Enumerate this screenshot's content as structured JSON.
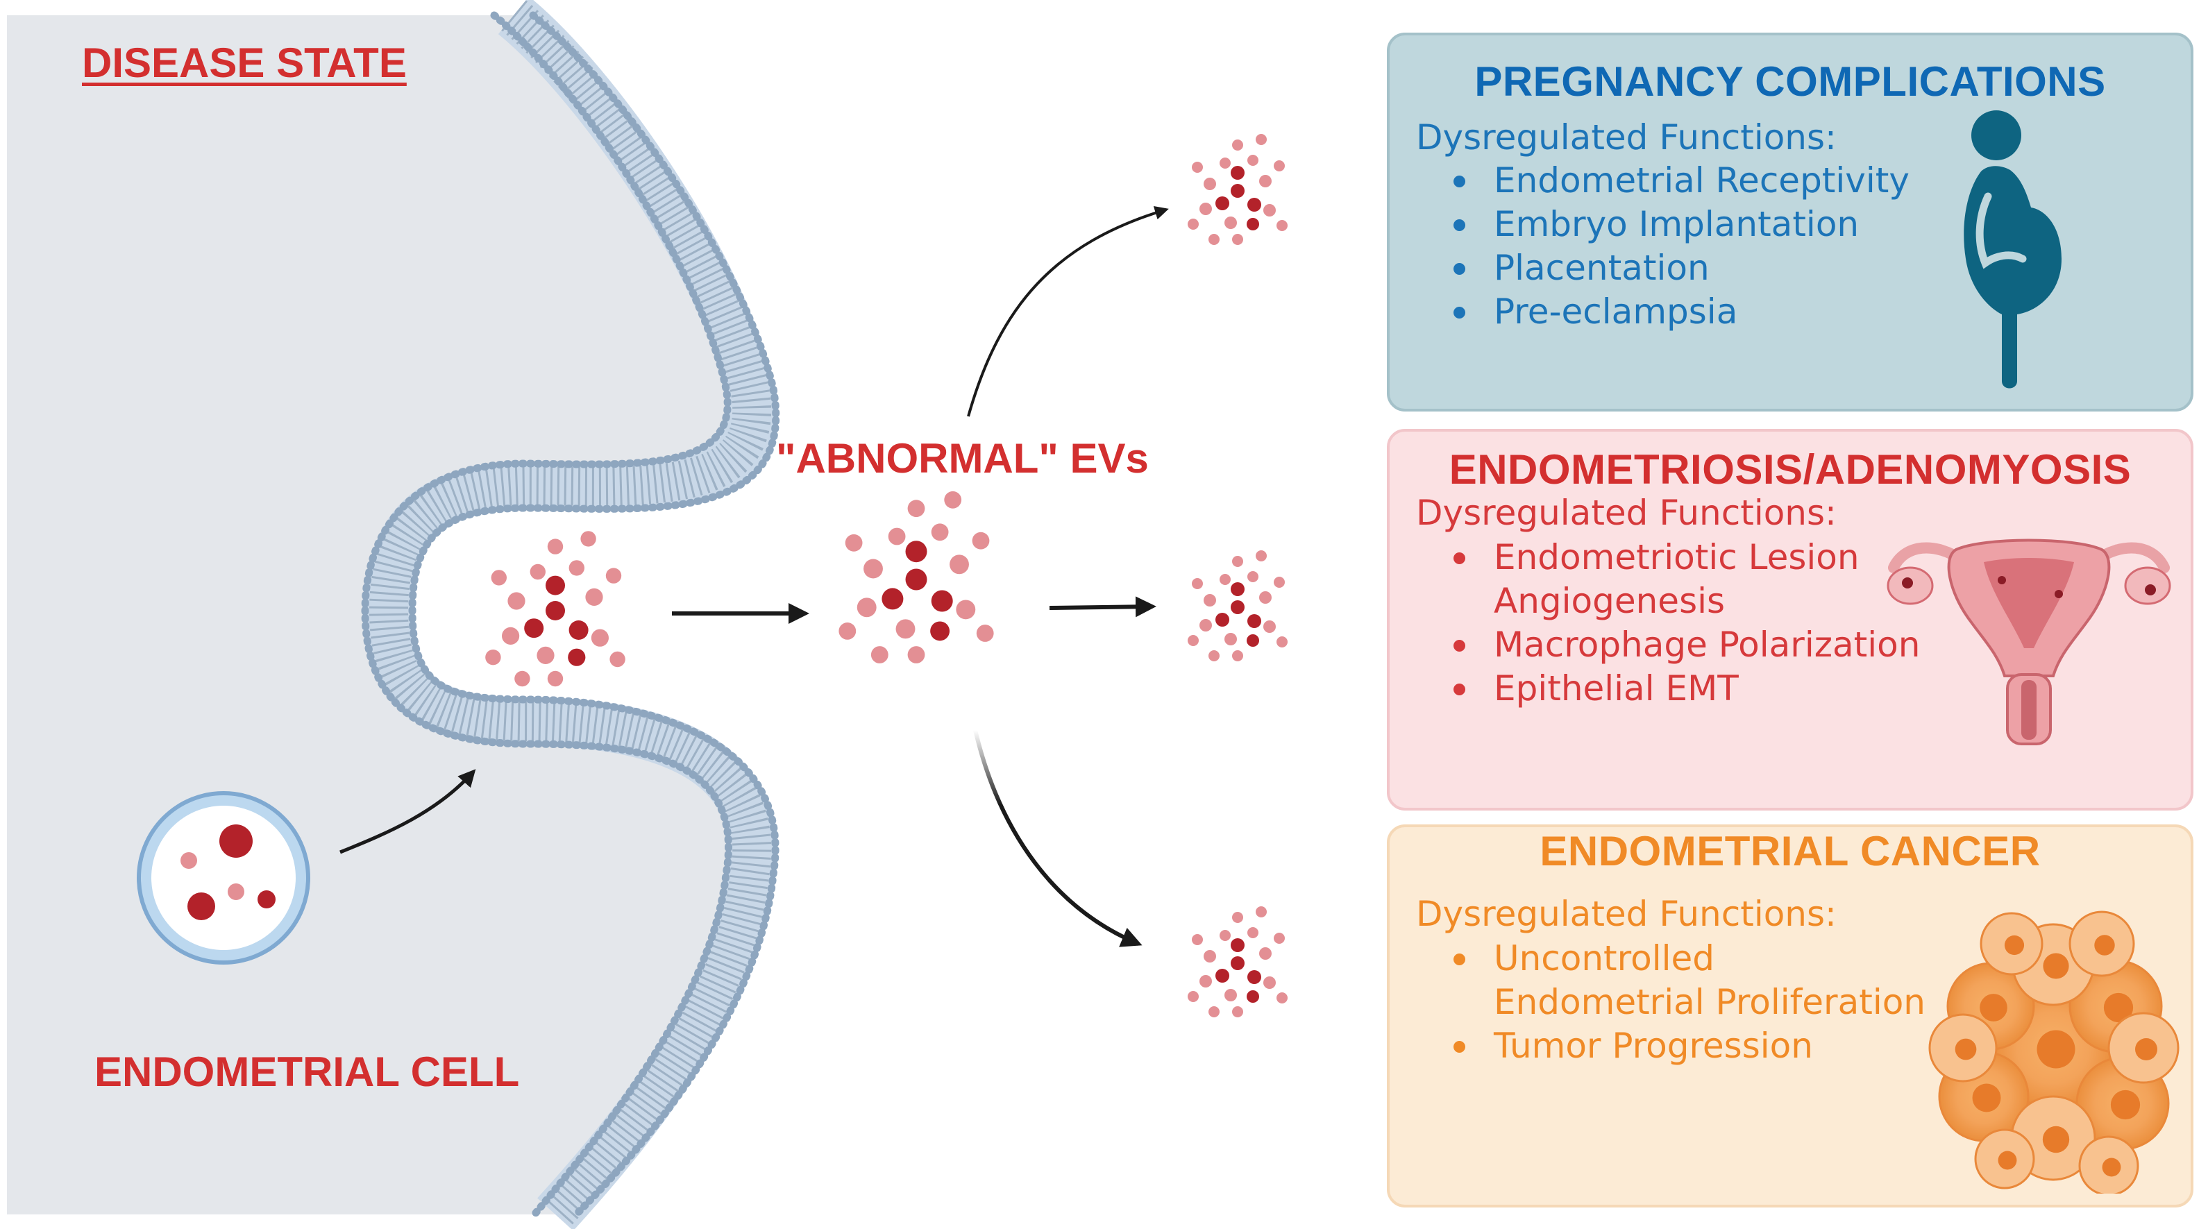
{
  "title": "DISEASE STATE",
  "cell_label": "ENDOMETRIAL CELL",
  "ev_label": "\"ABNORMAL\" EVs",
  "colors": {
    "cell_fill": "#e4e7eb",
    "membrane": "#8ea6bf",
    "ev_dark": "#b3222a",
    "ev_light": "#e38f94",
    "arrow": "#1a1a1a",
    "label_red": "#d32f2f"
  },
  "panels": [
    {
      "title": "PREGNANCY COMPLICATIONS",
      "subtitle": "Dysregulated Functions:",
      "items": [
        {
          "text": "Endometrial Receptivity"
        },
        {
          "text": "Embryo Implantation"
        },
        {
          "text": "Placentation"
        },
        {
          "text": "Pre-eclampsia"
        }
      ],
      "icon": "pregnant-woman-icon",
      "color": "#1c74b8"
    },
    {
      "title": "ENDOMETRIOSIS/ADENOMYOSIS",
      "subtitle": "Dysregulated Functions:",
      "items": [
        {
          "text": "Endometriotic Lesion",
          "cont": "Angiogenesis"
        },
        {
          "text": "Macrophage Polarization"
        },
        {
          "text": "Epithelial EMT"
        }
      ],
      "icon": "uterus-icon",
      "color": "#d6393b"
    },
    {
      "title": "ENDOMETRIAL CANCER",
      "subtitle": "Dysregulated Functions:",
      "items": [
        {
          "text": "Uncontrolled",
          "cont": "Endometrial Proliferation"
        },
        {
          "text": "Tumor Progression"
        }
      ],
      "icon": "tumor-cells-icon",
      "color": "#f08a26"
    }
  ]
}
